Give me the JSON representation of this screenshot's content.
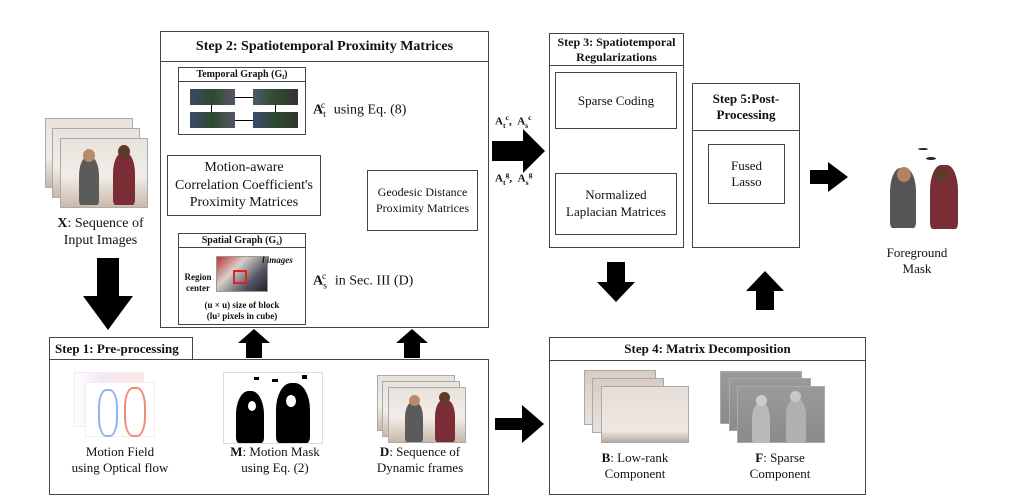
{
  "input": {
    "var": "X",
    "label_rest": ": Sequence of",
    "label_line2": "Input Images"
  },
  "step2": {
    "title": "Step 2: Spatiotemporal Proximity Matrices",
    "temporal_graph_title": "Temporal Graph (G",
    "temporal_graph_sub": "t",
    "spatial_graph_title": "Spatial Graph (G",
    "spatial_graph_sub": "s",
    "motion_box_line1": "Motion-aware",
    "motion_box_line2": "Correlation Coefficient's",
    "motion_box_line3": "Proximity Matrices",
    "geodesic_line1": "Geodesic Distance",
    "geodesic_line2": "Proximity Matrices",
    "at_label": "using Eq. (8)",
    "as_label": "in Sec. III (D)",
    "region_center_1": "Region",
    "region_center_2": "center",
    "l_images": "l images",
    "block_size_1": "(u × u) size of block",
    "block_size_2": "(lu² pixels in cube)"
  },
  "arrow_labels": {
    "top": "A_t^c,  A_s^c",
    "bottom": "A_t^g,  A_s^g"
  },
  "step3": {
    "title_line1": "Step 3: Spatiotemporal",
    "title_line2": "Regularizations",
    "sparse_coding": "Sparse Coding",
    "laplacian_line1": "Normalized",
    "laplacian_line2": "Laplacian Matrices"
  },
  "step5": {
    "title_line1": "Step 5:Post-",
    "title_line2": "Processing",
    "fused_line1": "Fused",
    "fused_line2": "Lasso"
  },
  "output": {
    "line1": "Foreground",
    "line2": "Mask"
  },
  "step1": {
    "title": "Step 1: Pre-processing",
    "motion_field_1": "Motion Field",
    "motion_field_2": "using Optical flow",
    "mask_var": "M",
    "mask_rest": ": Motion Mask",
    "mask_line2": "using Eq. (2)",
    "dyn_var": "D",
    "dyn_rest": ": Sequence of",
    "dyn_line2": "Dynamic frames"
  },
  "step4": {
    "title": "Step 4: Matrix Decomposition",
    "b_var": "B",
    "b_rest": ": Low-rank",
    "b_line2": "Component",
    "f_var": "F",
    "f_rest": ": Sparse",
    "f_line2": "Component"
  }
}
